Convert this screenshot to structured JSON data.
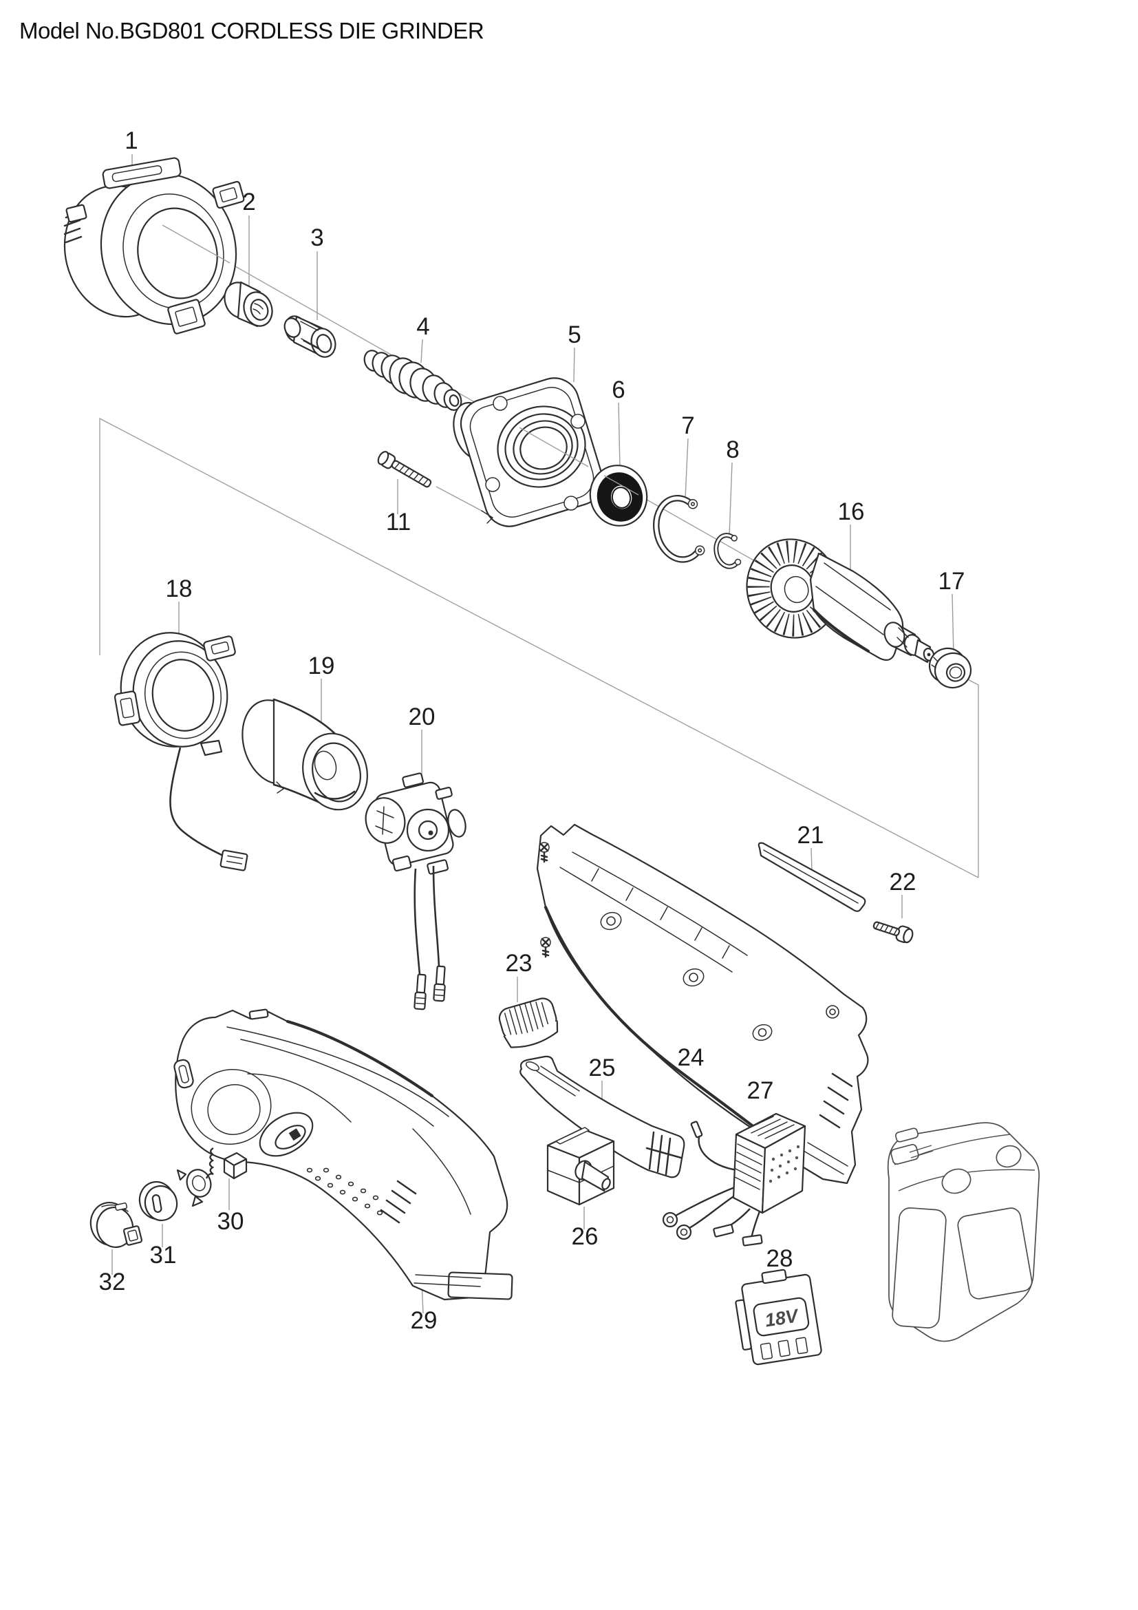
{
  "title": "Model No.BGD801 CORDLESS DIE GRINDER",
  "diagram": {
    "type": "exploded-parts-diagram",
    "product": "cordless die grinder",
    "callouts": [
      "1",
      "2",
      "3",
      "4",
      "5",
      "6",
      "7",
      "8",
      "11",
      "16",
      "17",
      "18",
      "19",
      "20",
      "21",
      "22",
      "23",
      "24",
      "25",
      "26",
      "27",
      "28",
      "29",
      "30",
      "31",
      "32"
    ],
    "markings": {
      "battery_terminal": "18V"
    },
    "colors": {
      "background": "#ffffff",
      "line_art": "#2e2e2e",
      "leader_line": "#9a9a9a",
      "text": "#1c1c1c",
      "bearing_seal": "#161616"
    }
  }
}
